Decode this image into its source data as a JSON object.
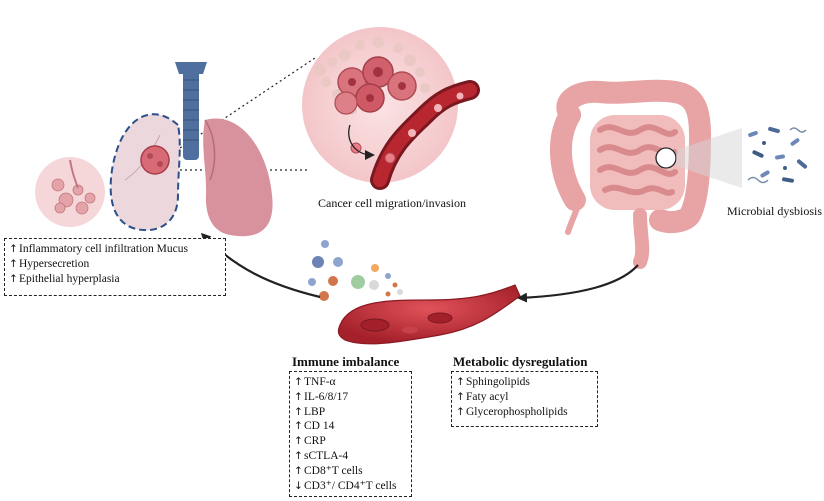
{
  "colors": {
    "lung": "#d79aa3",
    "lung_dark": "#b86b78",
    "trachea": "#4f6f9e",
    "dashed_outline": "#2b4f8a",
    "blood_vessel": "#c9303a",
    "intestine": "#eba6a6",
    "bacteria": "#6b88b8",
    "arrow": "#222222"
  },
  "labels": {
    "migration": "Cancer cell migration/invasion",
    "dysbiosis": "Microbial dysbiosis"
  },
  "lung_box": {
    "items": [
      {
        "arrow": "↑",
        "text": "Inflammatory cell infiltration Mucus"
      },
      {
        "arrow": "↑",
        "text": "Hypersecretion"
      },
      {
        "arrow": "↑",
        "text": "Epithelial hyperplasia"
      }
    ]
  },
  "immune": {
    "title": "Immune imbalance",
    "items": [
      {
        "arrow": "↑",
        "text": "TNF-α"
      },
      {
        "arrow": "↑",
        "text": "IL-6/8/17"
      },
      {
        "arrow": "↑",
        "text": "LBP"
      },
      {
        "arrow": "↑",
        "text": "CD 14"
      },
      {
        "arrow": "↑",
        "text": "CRP"
      },
      {
        "arrow": "↑",
        "text": "sCTLA-4"
      },
      {
        "arrow": "↑",
        "text": "CD8⁺T cells"
      },
      {
        "arrow": "↓",
        "text": "CD3⁺/ CD4⁺T cells"
      }
    ]
  },
  "metabolic": {
    "title": "Metabolic dysregulation",
    "items": [
      {
        "arrow": "↑",
        "text": "Sphingolipids"
      },
      {
        "arrow": "↑",
        "text": "Faty acyl"
      },
      {
        "arrow": "↑",
        "text": "Glycerophospholipids"
      }
    ]
  }
}
